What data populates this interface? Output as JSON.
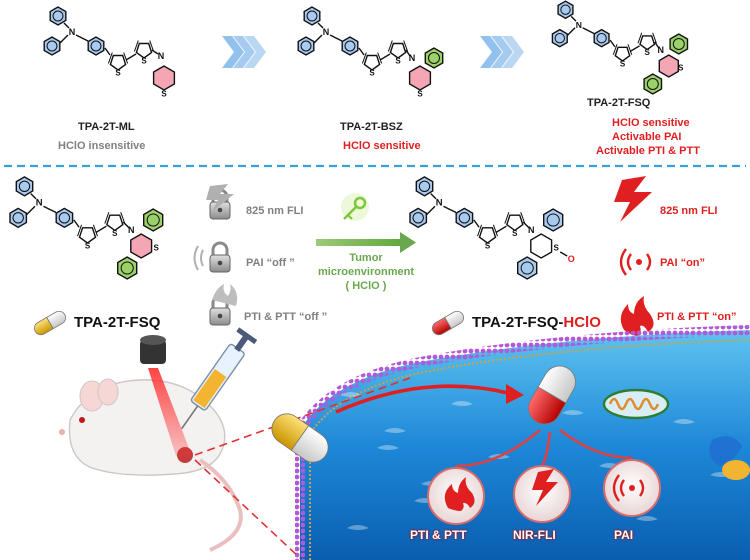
{
  "top_row": {
    "compound_1": {
      "name": "TPA-2T-ML",
      "note": "HClO insensitive"
    },
    "compound_2": {
      "name": "TPA-2T-BSZ",
      "note": "HClO sensitive"
    },
    "compound_3": {
      "name": "TPA-2T-FSQ",
      "notes": [
        "HClO sensitive",
        "Activable PAI",
        "Activable PTI & PTT"
      ]
    }
  },
  "middle_row": {
    "left_compound": "TPA-2T-FSQ",
    "right_compound_prefix": "TPA-2T-FSQ-",
    "right_compound_suffix": "HClO",
    "locked_states": [
      "825 nm FLI",
      "PAI “off ”",
      "PTI & PTT “off ”"
    ],
    "activated_states": [
      "825 nm FLI",
      "PAI “on”",
      "PTI & PTT “on”"
    ],
    "trigger": [
      "Tumor",
      "microenvironment",
      "( HClO )"
    ],
    "oxide_label": "O",
    "atom_labels": {
      "nitrogen": "N",
      "sulfur": "S"
    }
  },
  "bottom_outputs": [
    "PTI & PTT",
    "NIR-FLI",
    "PAI"
  ],
  "colors": {
    "red": "#e02020",
    "gray": "#808080",
    "green": "#6aa84f",
    "arrow_blue": "#7fb6ea",
    "divider": "#3aa0d8",
    "benzene_fill": "#a9c9ee",
    "morpholine_fill": "#f4a6b4",
    "thiophene_ring_fill": "#9bd06a",
    "cell_blue": "#1e88d8",
    "membrane": "#a04bd0"
  },
  "icons": [
    "arrow-icon",
    "lock-icon",
    "key-icon",
    "lightning-icon",
    "wave-icon",
    "flame-icon",
    "capsule-icon",
    "syringe-icon",
    "mouse-icon",
    "mitochondria-icon"
  ]
}
